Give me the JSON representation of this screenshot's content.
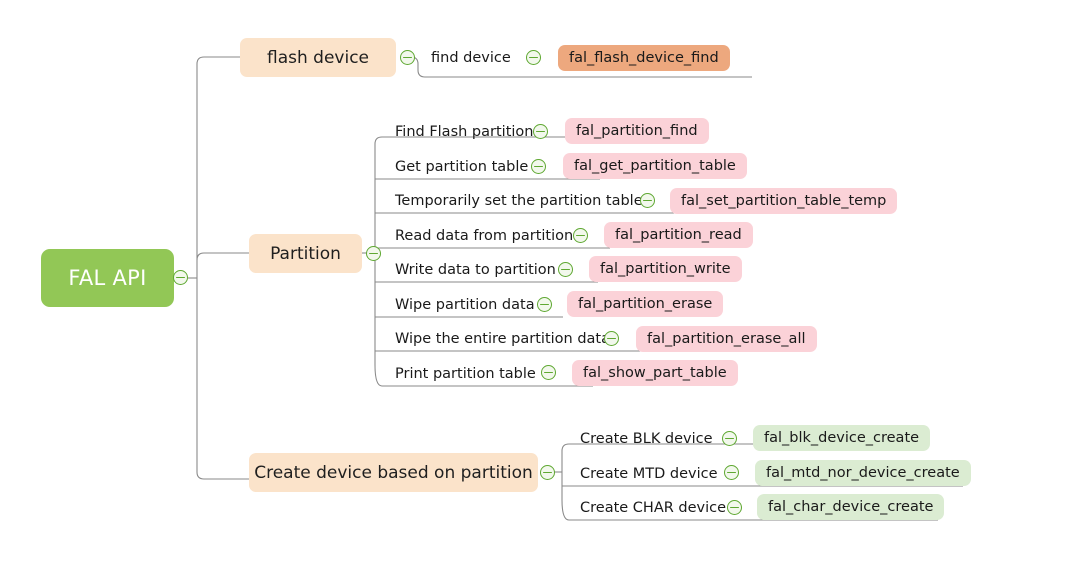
{
  "diagram": {
    "type": "mindmap",
    "title": "FAL API",
    "colors": {
      "root_fill": "#92c756",
      "root_text": "#ffffff",
      "branch_fill": "#fbe3ca",
      "pill_orange": "#eda87e",
      "pill_pink": "#fbd2d8",
      "pill_green": "#dbecd2",
      "connector": "#8a8a8a",
      "toggle_stroke": "#5fa832",
      "background": "#ffffff"
    },
    "root": {
      "label": "FAL API",
      "toggle": "collapse-toggle-icon"
    },
    "branches": [
      {
        "id": "flash-device",
        "label": "flash device",
        "toggle": "collapse-toggle-icon",
        "pill_color": "orange",
        "items": [
          {
            "label": "find device",
            "api": "fal_flash_device_find",
            "toggle": "collapse-toggle-icon"
          }
        ]
      },
      {
        "id": "partition",
        "label": "Partition",
        "toggle": "collapse-toggle-icon",
        "pill_color": "pink",
        "items": [
          {
            "label": "Find Flash partition",
            "api": "fal_partition_find",
            "toggle": "collapse-toggle-icon"
          },
          {
            "label": "Get partition table",
            "api": "fal_get_partition_table",
            "toggle": "collapse-toggle-icon"
          },
          {
            "label": "Temporarily set the partition table",
            "api": "fal_set_partition_table_temp",
            "toggle": "collapse-toggle-icon"
          },
          {
            "label": "Read data from partition",
            "api": "fal_partition_read",
            "toggle": "collapse-toggle-icon"
          },
          {
            "label": "Write data to partition",
            "api": "fal_partition_write",
            "toggle": "collapse-toggle-icon"
          },
          {
            "label": "Wipe partition data",
            "api": "fal_partition_erase",
            "toggle": "collapse-toggle-icon"
          },
          {
            "label": "Wipe the entire partition data",
            "api": "fal_partition_erase_all",
            "toggle": "collapse-toggle-icon"
          },
          {
            "label": "Print partition table",
            "api": "fal_show_part_table",
            "toggle": "collapse-toggle-icon"
          }
        ]
      },
      {
        "id": "create-device",
        "label": "Create device based on partition",
        "toggle": "collapse-toggle-icon",
        "pill_color": "green",
        "items": [
          {
            "label": "Create BLK device",
            "api": "fal_blk_device_create",
            "toggle": "collapse-toggle-icon"
          },
          {
            "label": "Create MTD device",
            "api": "fal_mtd_nor_device_create",
            "toggle": "collapse-toggle-icon"
          },
          {
            "label": "Create CHAR device",
            "api": "fal_char_device_create",
            "toggle": "collapse-toggle-icon"
          }
        ]
      }
    ]
  }
}
